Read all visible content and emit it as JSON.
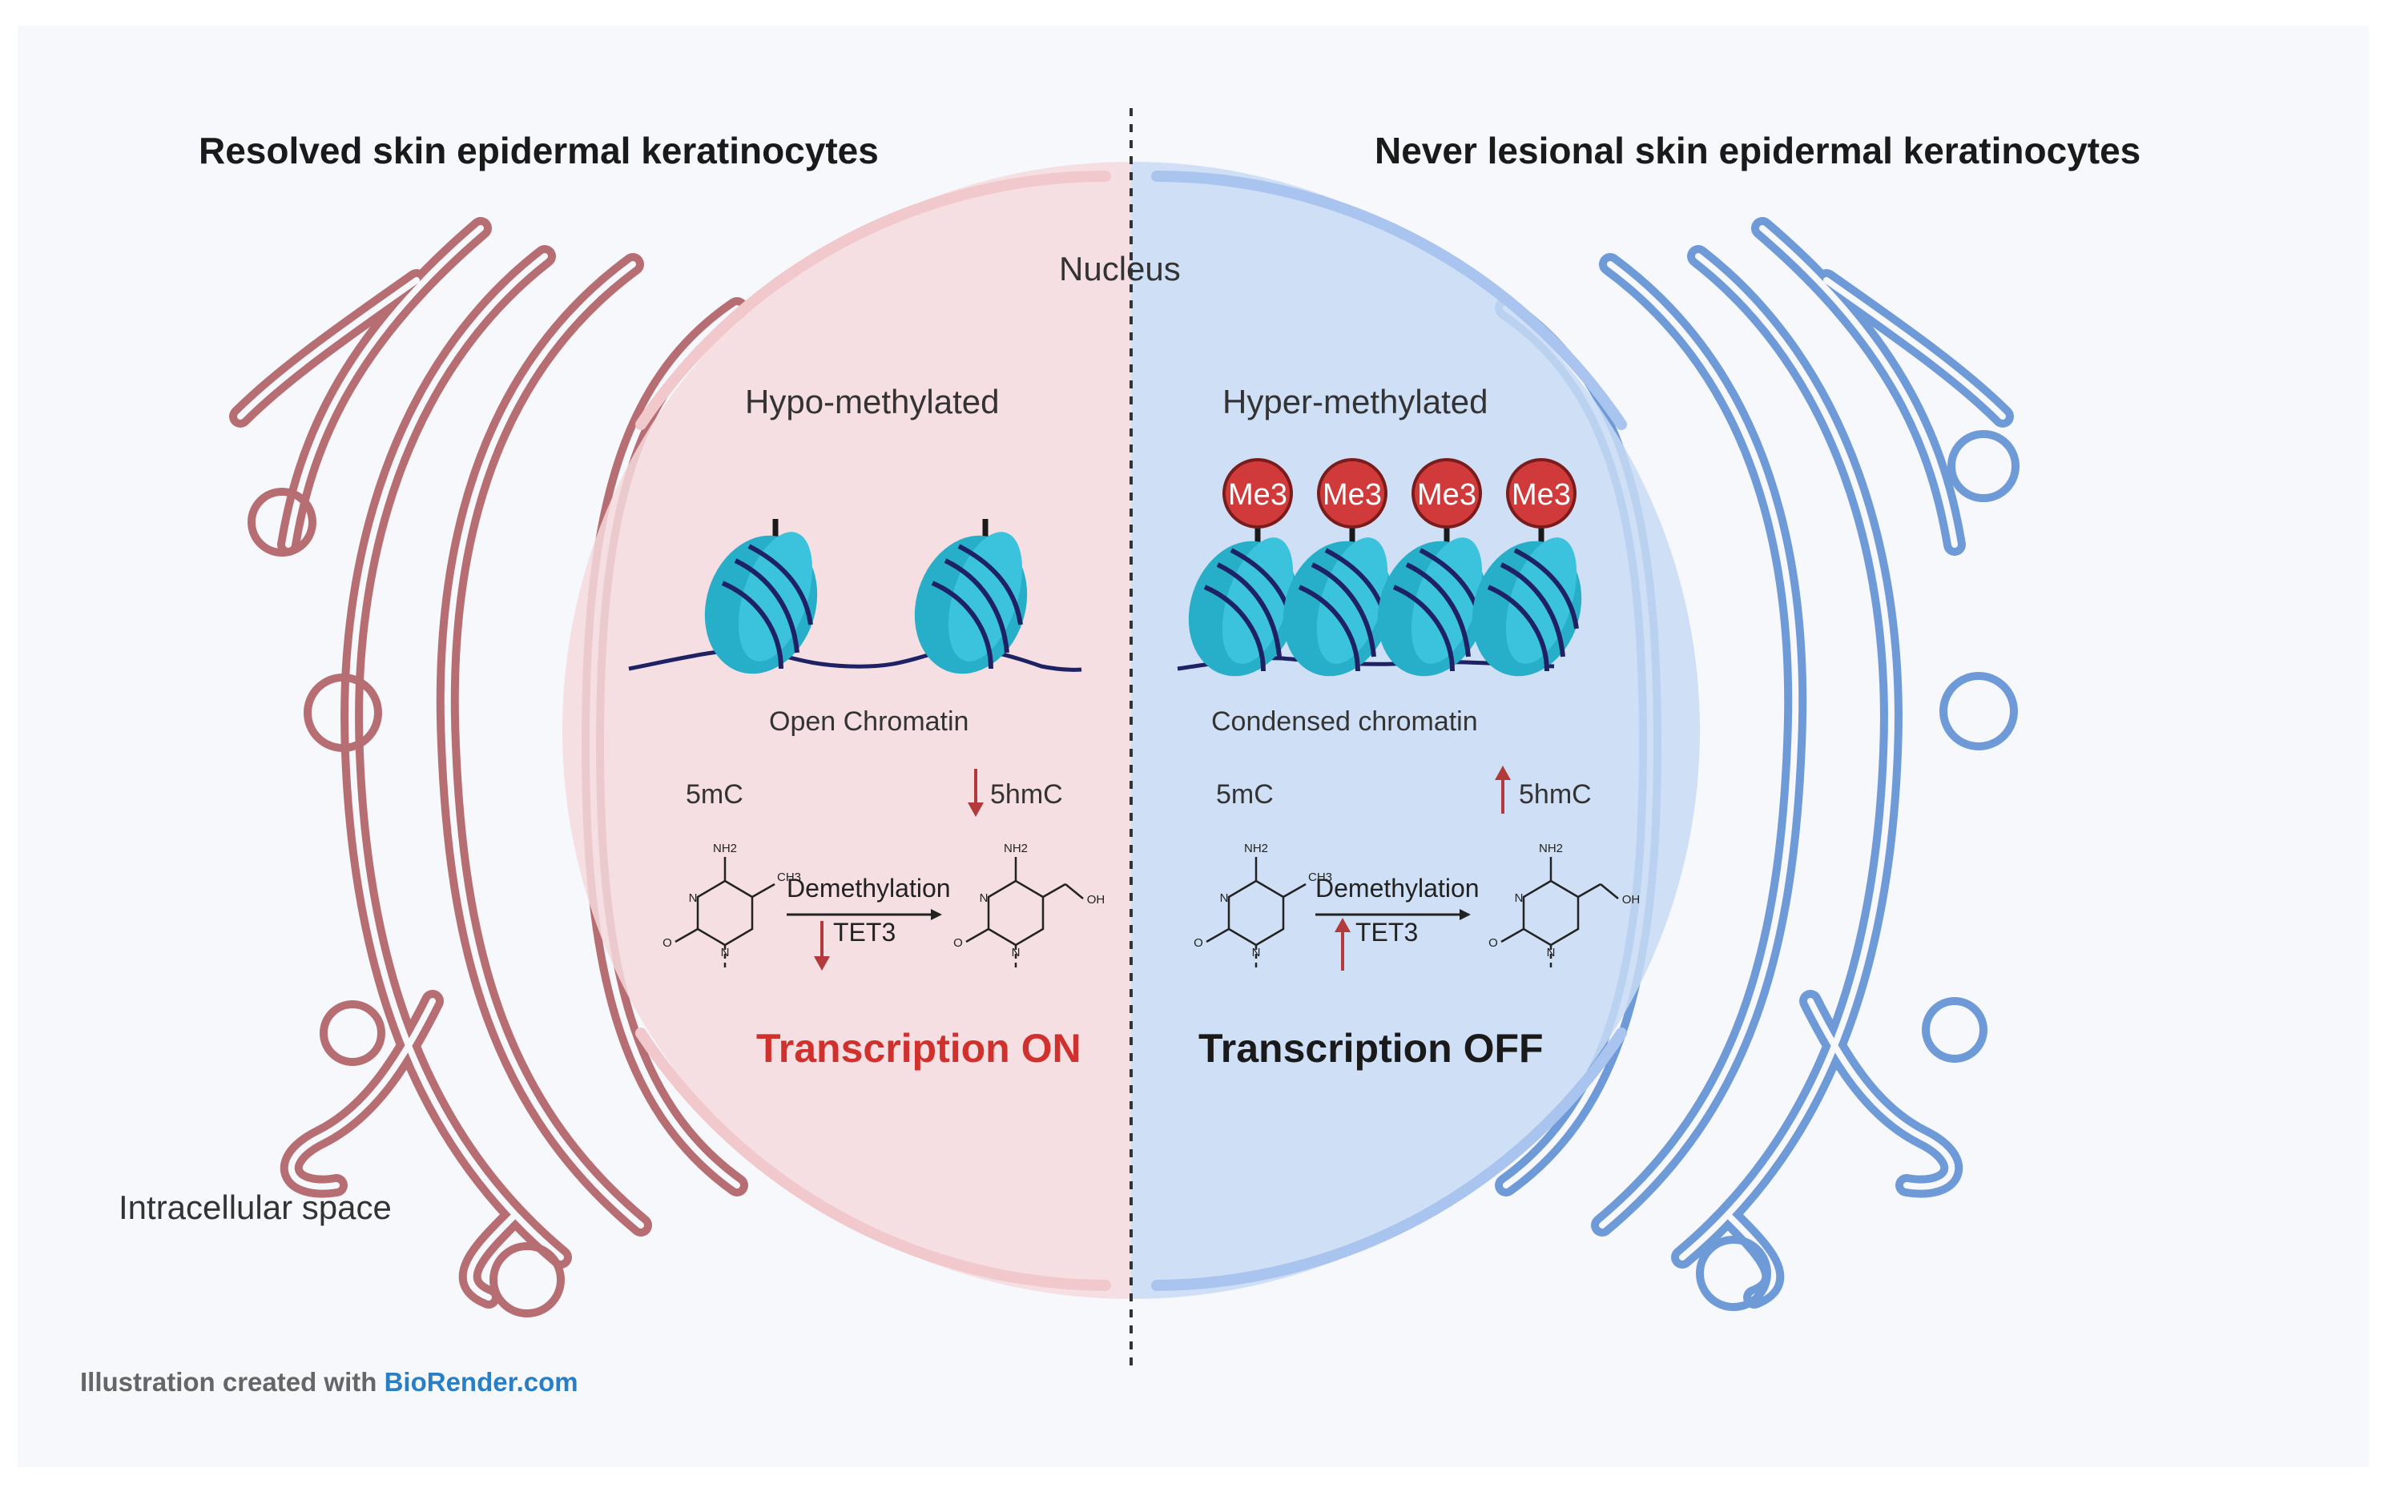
{
  "left_panel": {
    "title": "Resolved skin epidermal keratinocytes",
    "methylation_state": "Hypo-methylated",
    "chromatin_label": "Open Chromatin",
    "substrate": "5mC",
    "product": "5hmC",
    "reaction": "Demethylation",
    "enzyme": "TET3",
    "enzyme_trend": "down",
    "product_trend": "down",
    "transcription": "Transcription ON",
    "transcription_color": "#d0312d",
    "accent_color": "#b76e73"
  },
  "right_panel": {
    "title": "Never lesional skin epidermal keratinocytes",
    "methylation_state": "Hyper-methylated",
    "chromatin_label": "Condensed chromatin",
    "marks": [
      "Me3",
      "Me3",
      "Me3",
      "Me3"
    ],
    "substrate": "5mC",
    "product": "5hmC",
    "reaction": "Demethylation",
    "enzyme": "TET3",
    "enzyme_trend": "up",
    "product_trend": "up",
    "transcription": "Transcription OFF",
    "transcription_color": "#1a1a1a",
    "accent_color": "#6f9ad8"
  },
  "nucleus_label": "Nucleus",
  "intracellular_label": "Intracellular space",
  "molecule_atoms": {
    "n": "N",
    "o": "O",
    "nh2": "NH2",
    "ch3": "CH3",
    "oh": "OH"
  },
  "credit": {
    "prefix": "Illustration created with ",
    "link": "BioRender.com"
  },
  "colors": {
    "nucleosome": "#27aec9",
    "dna": "#1e2264",
    "me3_fill": "#d03a3a",
    "trend_arrow": "#b23a3a"
  }
}
